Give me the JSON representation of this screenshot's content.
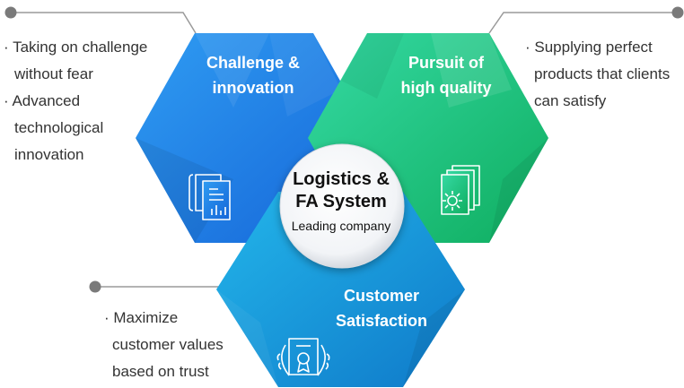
{
  "center": {
    "title_line1": "Logistics &",
    "title_line2": "FA System",
    "subtitle": "Leading company"
  },
  "hexagons": {
    "challenge": {
      "title_line1": "Challenge &",
      "title_line2": "innovation",
      "icon": "documents-chart-icon",
      "color": "#1e88e5"
    },
    "quality": {
      "title_line1": "Pursuit of",
      "title_line2": "high quality",
      "icon": "document-gear-icon",
      "color": "#1fbf7a"
    },
    "satisfaction": {
      "title_line1": "Customer",
      "title_line2": "Satisfaction",
      "icon": "certificate-laurel-icon",
      "color": "#1696d8"
    }
  },
  "notes": {
    "challenge": [
      "· Taking on challenge",
      "without fear",
      "· Advanced",
      "technological",
      "innovation"
    ],
    "quality": [
      "· Supplying perfect",
      "products that clients",
      "can satisfy"
    ],
    "satisfaction": [
      "· Maximize",
      "customer values",
      "based on trust"
    ]
  }
}
